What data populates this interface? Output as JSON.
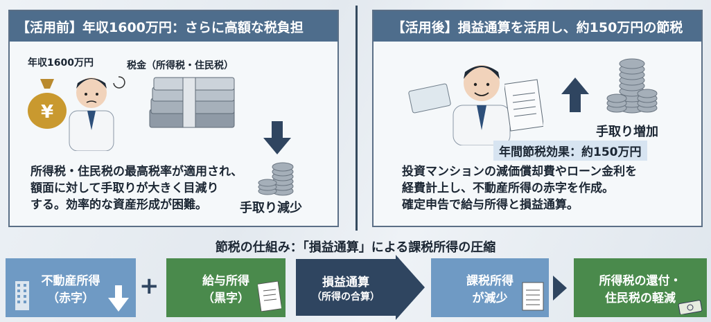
{
  "left": {
    "header": "【活用前】年収1600万円：さらに高額な税負担",
    "income_label": "年収1600万円",
    "tax_label": "税金（所得税・住民税）",
    "body_lines": [
      "所得税・住民税の最高税率が適用され、",
      "額面に対して手取りが大きく目減り",
      "する。効率的な資産形成が困難。"
    ],
    "emphasis": "手取り減少",
    "coin_symbol": "¥"
  },
  "right": {
    "header": "【活用後】損益通算を活用し、約150万円の節税",
    "increase_label": "手取り増加",
    "badge": "年間節税効果：約150万円",
    "body_lines": [
      "投資マンションの減価償却費やローン金利を",
      "経費計上し、不動産所得の赤字を作成。",
      "確定申告で給与所得と損益通算。"
    ]
  },
  "mechanism": {
    "title": "節税の仕組み：「損益通算」による課税所得の圧縮",
    "step1": [
      "不動産所得",
      "（赤字）"
    ],
    "plus": "+",
    "step2": [
      "給与所得",
      "（黒字）"
    ],
    "step3": [
      "損益通算",
      "（所得の合算）"
    ],
    "step4": [
      "課税所得",
      "が減少"
    ],
    "step5": [
      "所得税の還付・",
      "住民税の軽減"
    ]
  },
  "colors": {
    "header": "#4e6d8c",
    "blue": "#6f9ac4",
    "green": "#4a8a4c",
    "dark": "#2f4560"
  }
}
